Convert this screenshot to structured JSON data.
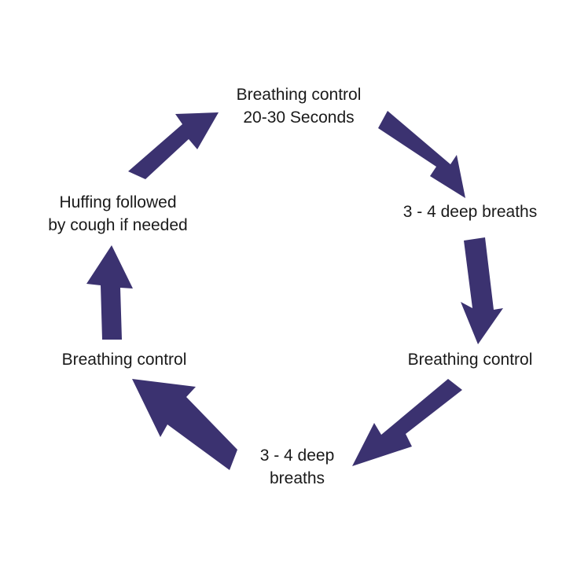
{
  "arrow_color": "#3b3270",
  "steps": [
    {
      "lines": [
        "Breathing control",
        "20-30 Seconds"
      ]
    },
    {
      "lines": [
        "3 - 4 deep breaths"
      ]
    },
    {
      "lines": [
        "Breathing control"
      ]
    },
    {
      "lines": [
        "3 - 4 deep",
        "breaths"
      ]
    },
    {
      "lines": [
        "Breathing control"
      ]
    },
    {
      "lines": [
        "Huffing followed",
        "by cough if needed"
      ]
    }
  ],
  "arrow_icons": [
    "arrow-top-to-right-icon",
    "arrow-right-down-icon",
    "arrow-right-to-bottom-icon",
    "arrow-bottom-to-left-icon",
    "arrow-left-up-icon",
    "arrow-left-to-top-icon"
  ]
}
